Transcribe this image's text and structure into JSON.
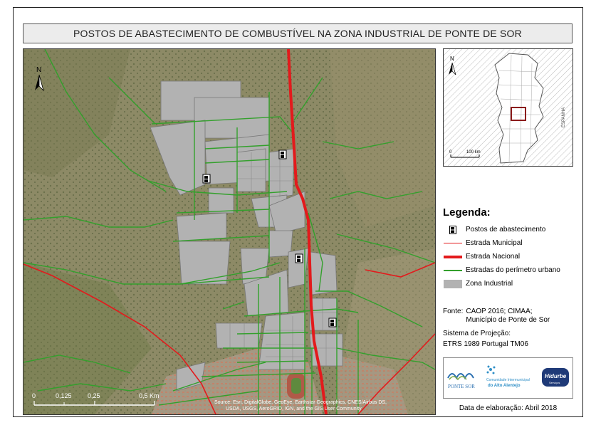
{
  "title": "POSTOS DE ABASTECIMENTO DE COMBUSTÍVEL NA ZONA INDUSTRIAL DE PONTE DE SOR",
  "map": {
    "north_label": "N",
    "scale_labels": [
      "0",
      "0,125",
      "0,25",
      "0,5 Km"
    ],
    "attribution_line1": "Source: Esri, DigitalGlobe, GeoEye, Earthstar Geographics, CNES/Airbus DS,",
    "attribution_line2": "USDA, USGS, AeroGRID, IGN, and the GIS User Community"
  },
  "inset": {
    "north_label": "N",
    "scale_labels": [
      "0",
      "100 km"
    ],
    "country_label": "ESPANHA"
  },
  "legend": {
    "title": "Legenda:",
    "items": [
      {
        "label": "Postos de abastecimento",
        "symbol": "fuel-pump",
        "color": "#000000"
      },
      {
        "label": "Estrada Municipal",
        "symbol": "thin-line",
        "color": "#e31a1c"
      },
      {
        "label": "Estrada Nacional",
        "symbol": "thick-line",
        "color": "#e31a1c"
      },
      {
        "label": "Estradas do perímetro urbano",
        "symbol": "line",
        "color": "#33a02c"
      },
      {
        "label": "Zona Industrial",
        "symbol": "fill",
        "color": "#b2b2b2"
      }
    ]
  },
  "source": {
    "label": "Fonte:",
    "line1": "CAOP 2016; CIMAA;",
    "line2": "Município de Ponte de Sor"
  },
  "projection": {
    "label": "Sistema de Projeção:",
    "value": "ETRS 1989 Portugal TM06"
  },
  "logos": {
    "ponte_sor": "PONTE SOR",
    "cimaa_line1": "Comunidade Intermunicipal",
    "cimaa_line2": "do Alto Alentejo",
    "hidurbe": "Hidurbe",
    "hidurbe_sub": "Serviços"
  },
  "date": "Data de elaboração: Abril 2018"
}
